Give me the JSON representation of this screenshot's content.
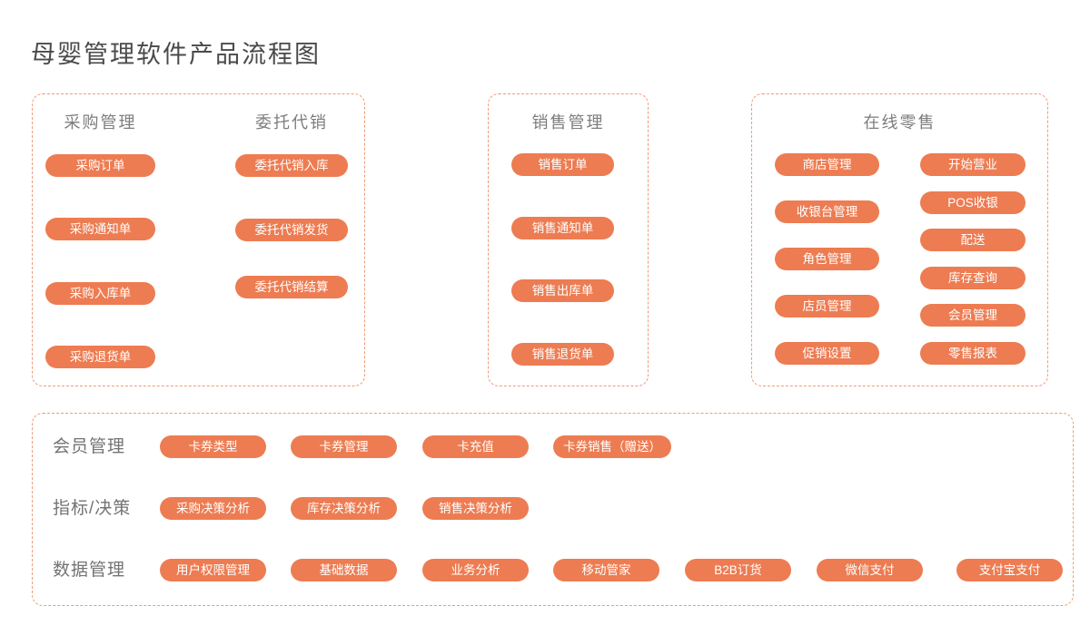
{
  "page": {
    "title": "母婴管理软件产品流程图"
  },
  "colors": {
    "pill_fill": "#ED7C52",
    "pill_text": "#FFFFFF",
    "box_border": "#F09B77",
    "section_header_text": "#7D7D7D",
    "row_label_text": "#737373",
    "title_text": "#4A4A4A"
  },
  "sections": {
    "purchase_consign": {
      "columns": [
        {
          "header": "采购管理",
          "pills": [
            "采购订单",
            "采购通知单",
            "采购入库单",
            "采购退货单"
          ]
        },
        {
          "header": "委托代销",
          "pills": [
            "委托代销入库",
            "委托代销发货",
            "委托代销结算"
          ]
        }
      ]
    },
    "sales": {
      "header": "销售管理",
      "pills": [
        "销售订单",
        "销售通知单",
        "销售出库单",
        "销售退货单"
      ]
    },
    "online_retail": {
      "header": "在线零售",
      "columns": [
        {
          "pills": [
            "商店管理",
            "收银台管理",
            "角色管理",
            "店员管理",
            "促销设置"
          ]
        },
        {
          "pills": [
            "开始营业",
            "POS收银",
            "配送",
            "库存查询",
            "会员管理",
            "零售报表"
          ]
        }
      ]
    },
    "operations": {
      "rows": [
        {
          "label": "会员管理",
          "pills": [
            "卡券类型",
            "卡券管理",
            "卡充值",
            "卡券销售（赠送）"
          ]
        },
        {
          "label": "指标/决策",
          "pills": [
            "采购决策分析",
            "库存决策分析",
            "销售决策分析"
          ]
        },
        {
          "label": "数据管理",
          "pills": [
            "用户权限管理",
            "基础数据",
            "业务分析",
            "移动管家",
            "B2B订货",
            "微信支付",
            "支付宝支付"
          ]
        }
      ]
    }
  }
}
